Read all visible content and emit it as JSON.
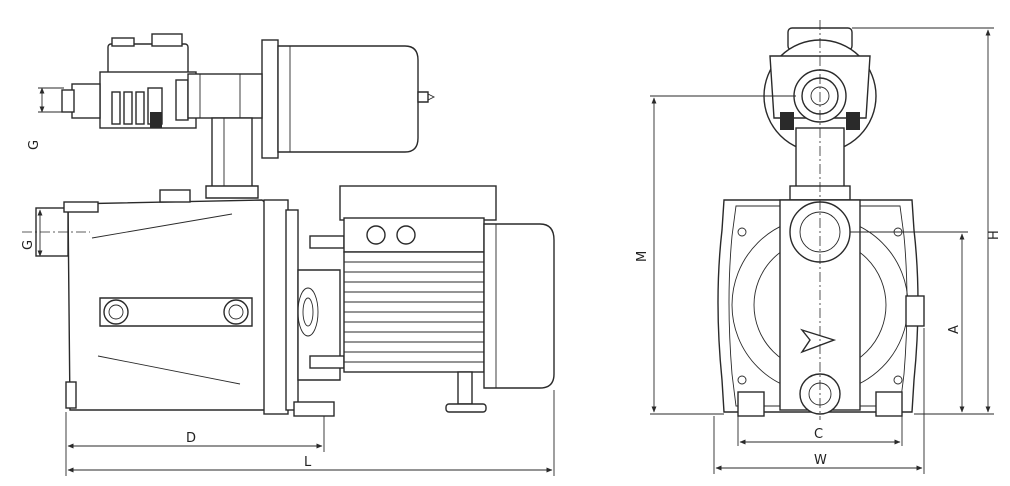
{
  "labels": {
    "g_top": "G",
    "g_side": "G",
    "d": "D",
    "l": "L",
    "m": "M",
    "h": "H",
    "a": "A",
    "c": "C",
    "w": "W"
  },
  "icons": {
    "arrow": "direction-arrow-icon"
  }
}
